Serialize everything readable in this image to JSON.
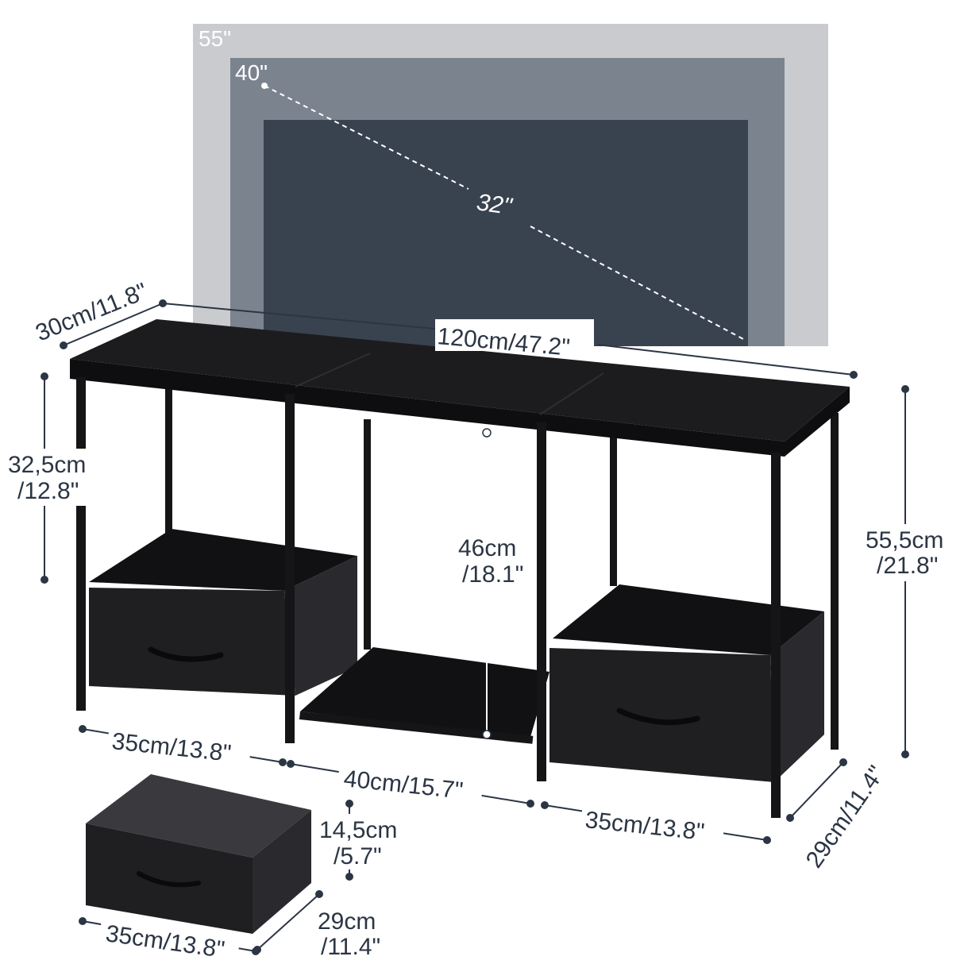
{
  "tv": {
    "sizes": [
      "55\"",
      "40\""
    ],
    "diagonal_label": "32\"",
    "colors": {
      "size55": "#c9cbcf",
      "size40": "#7b838f",
      "size32": "#39434f"
    }
  },
  "dimensions": {
    "depth_top": "30cm/11.8\"",
    "width_total": "120cm/47.2\"",
    "shelf_clearance": [
      "32,5cm",
      "/12.8\""
    ],
    "middle_clearance": [
      "46cm",
      "/18.1\""
    ],
    "height_total": [
      "55,5cm",
      "/21.8\""
    ],
    "left_section": "35cm/13.8\"",
    "middle_section": "40cm/15.7\"",
    "right_section": "35cm/13.8\"",
    "depth_bottom": "29cm/11.4\""
  },
  "drawer": {
    "height": [
      "14,5cm",
      "/5.7\""
    ],
    "width": "35cm/13.8\"",
    "depth": [
      "29cm",
      "/11.4\""
    ]
  }
}
